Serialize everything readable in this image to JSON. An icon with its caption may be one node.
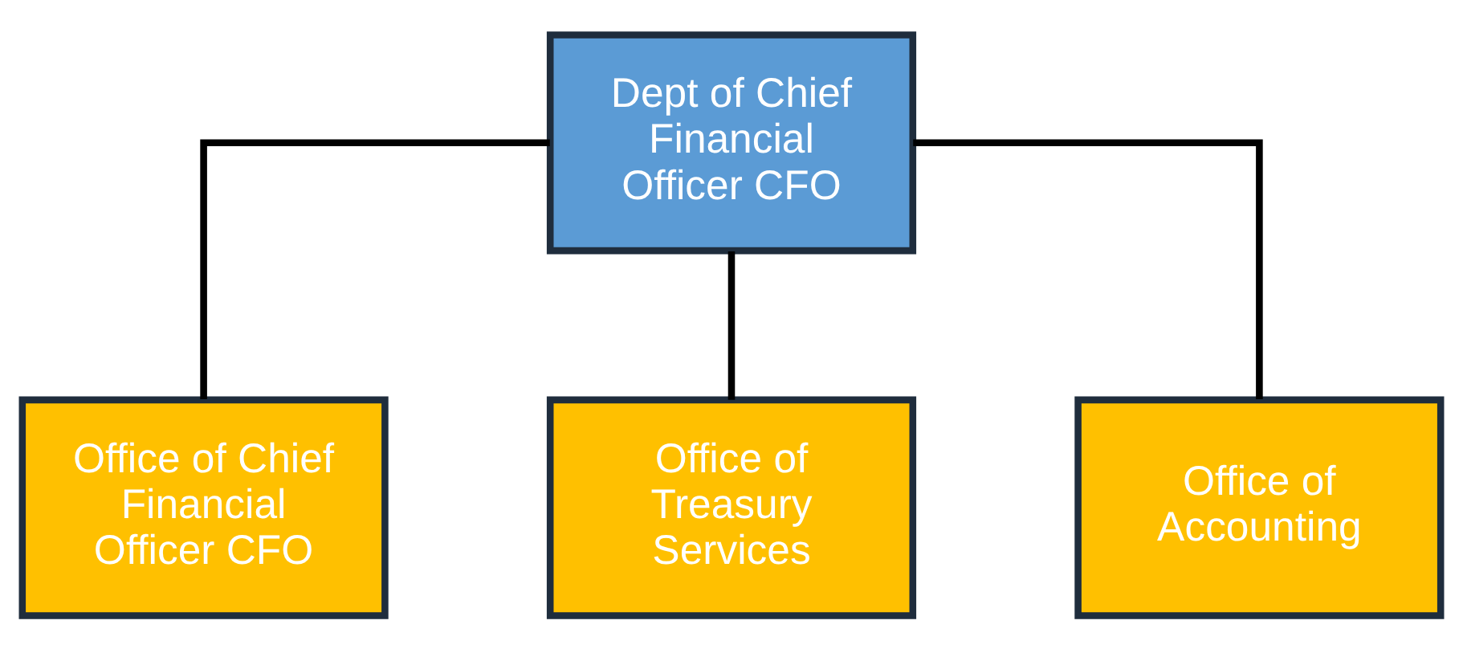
{
  "diagram": {
    "nodes": [
      {
        "text": [
          "Dept of Chief Financial Officer CFO"
        ]
      },
      {
        "text": [
          "Office of Chief Financial Officer CFO"
        ]
      },
      {
        "text": [
          "Office of Treasury Services"
        ]
      },
      {
        "text": [
          "Office of Accounting"
        ]
      }
    ],
    "edges": [
      {
        "from": 0,
        "to": 1,
        "arrow": "none"
      },
      {
        "from": 0,
        "to": 2,
        "arrow": "none"
      },
      {
        "from": 0,
        "to": 3,
        "arrow": "none"
      }
    ]
  }
}
